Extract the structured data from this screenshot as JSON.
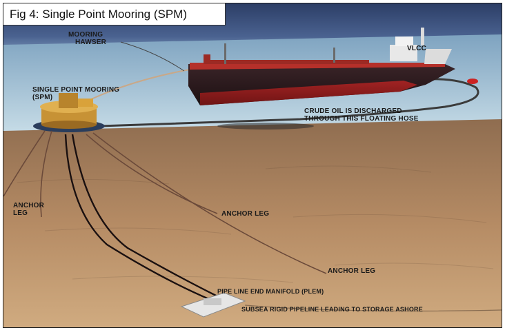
{
  "figure": {
    "title": "Fig 4: Single Point Mooring (SPM)"
  },
  "labels": {
    "mooring_hawser_line1": "MOORING",
    "mooring_hawser_line2": "HAWSER",
    "vlcc": "VLCC",
    "spm_line1": "SINGLE POINT MOORING",
    "spm_line2": "(SPM)",
    "hose_line1": "CRUDE OIL IS DISCHARGED",
    "hose_line2": "THROUGH THIS FLOATING HOSE",
    "anchor_leg_left_line1": "ANCHOR",
    "anchor_leg_left_line2": "LEG",
    "anchor_leg_center": "ANCHOR LEG",
    "anchor_leg_right": "ANCHOR LEG",
    "plem": "PIPE LINE END MANIFOLD (PLEM)",
    "pipeline": "SUBSEA RIGID PIPELINE LEADING TO STORAGE ASHORE"
  },
  "colors": {
    "sky": "#3a4f7a",
    "sea_surface": "#a9c9dc",
    "seabed": "#b48a63",
    "hull_dark": "#2a1a1c",
    "hull_red": "#8a1c1c",
    "deck": "#c0392b",
    "buoy": "#d9a23a"
  }
}
